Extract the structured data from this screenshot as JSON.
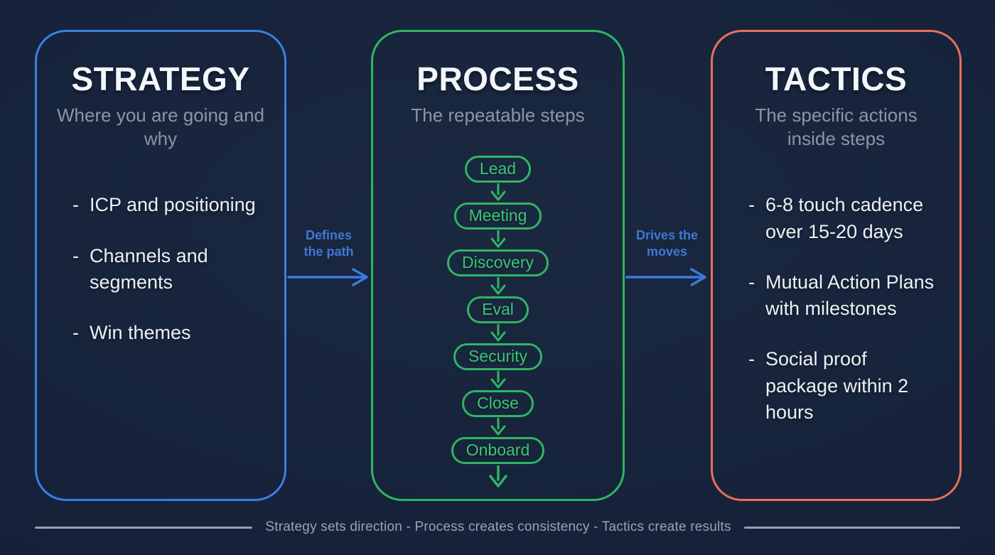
{
  "bullet_marker": "-",
  "panels": {
    "strategy": {
      "title": "STRATEGY",
      "subtitle": "Where you are going and why",
      "bullets": [
        "ICP and positioning",
        "Channels and segments",
        "Win themes"
      ]
    },
    "process": {
      "title": "PROCESS",
      "subtitle": "The repeatable steps",
      "steps": [
        "Lead",
        "Meeting",
        "Discovery",
        "Eval",
        "Security",
        "Close",
        "Onboard"
      ]
    },
    "tactics": {
      "title": "TACTICS",
      "subtitle": "The specific actions inside steps",
      "bullets": [
        "6-8 touch cadence over 15-20 days",
        "Mutual Action Plans with milestones",
        "Social proof package within 2 hours"
      ]
    }
  },
  "connectors": {
    "left": {
      "line1": "Defines",
      "line2": "the path"
    },
    "right": {
      "line1": "Drives the",
      "line2": "moves"
    }
  },
  "footer": {
    "text": "Strategy sets direction - Process creates consistency - Tactics create results"
  },
  "colors": {
    "background": "#15223a",
    "strategy_accent": "#3d7ee6",
    "process_accent": "#2fb564",
    "tactics_accent": "#ea7058",
    "connector_blue": "#3b7bdf",
    "title_text": "#f3f6fa",
    "subtitle_text": "#8d95a5",
    "body_text": "#edf0f5",
    "footer_text": "#9aa3b1"
  }
}
